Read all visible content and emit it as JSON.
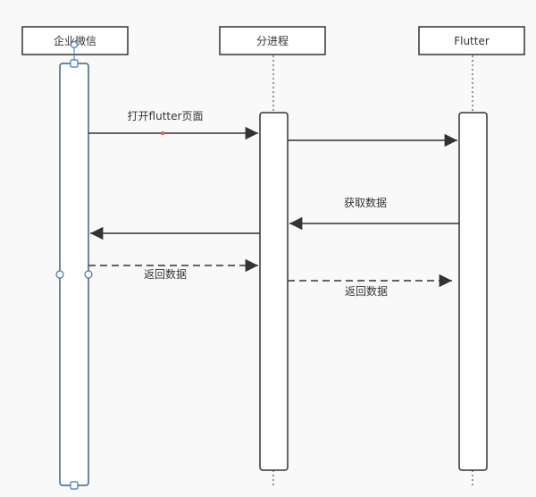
{
  "participants": [
    {
      "id": "wecom",
      "label": "企业微信"
    },
    {
      "id": "subprocess",
      "label": "分进程"
    },
    {
      "id": "flutter",
      "label": "Flutter"
    }
  ],
  "messages": [
    {
      "id": "open_flutter_page",
      "label": "打开flutter页面",
      "from": "wecom",
      "to": "subprocess",
      "style": "solid"
    },
    {
      "id": "forward",
      "label": "",
      "from": "subprocess",
      "to": "flutter",
      "style": "solid"
    },
    {
      "id": "get_data",
      "label": "获取数据",
      "from": "flutter",
      "to": "subprocess",
      "style": "solid"
    },
    {
      "id": "relay_data",
      "label": "",
      "from": "subprocess",
      "to": "wecom",
      "style": "solid"
    },
    {
      "id": "return_data_1",
      "label": "返回数据",
      "from": "wecom",
      "to": "subprocess",
      "style": "dashed"
    },
    {
      "id": "return_data_2",
      "label": "返回数据",
      "from": "subprocess",
      "to": "flutter",
      "style": "dashed"
    }
  ],
  "colors": {
    "stroke": "#333333",
    "line": "#444444",
    "selection": "#3a78c2",
    "dot": "#e05a5a"
  }
}
